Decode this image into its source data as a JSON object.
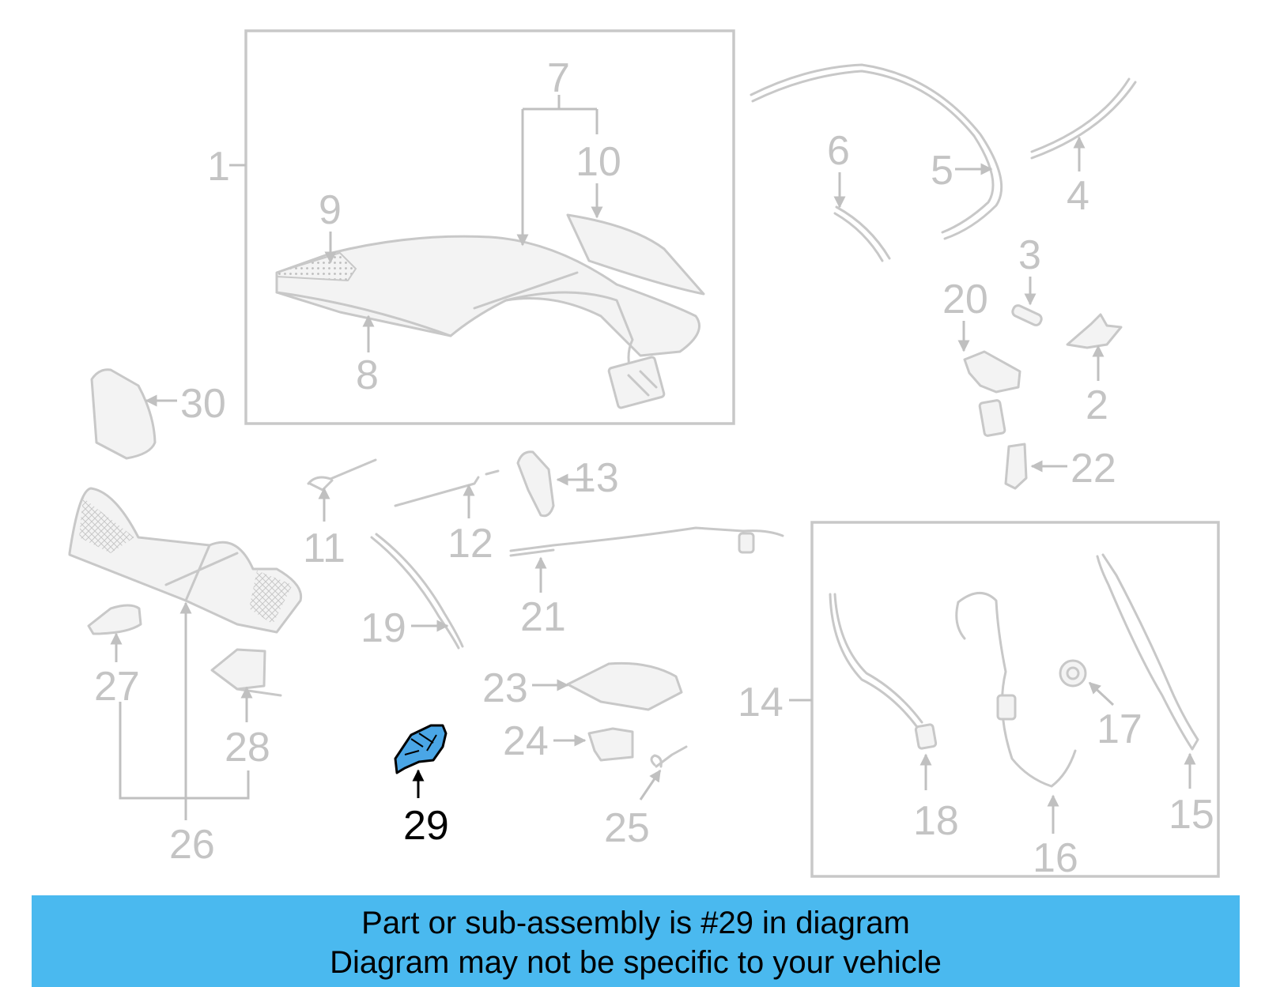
{
  "diagram": {
    "highlight": {
      "part": "29",
      "color": "#4aa6e6"
    },
    "callouts": [
      "1",
      "2",
      "3",
      "4",
      "5",
      "6",
      "7",
      "8",
      "9",
      "10",
      "11",
      "12",
      "13",
      "14",
      "15",
      "16",
      "17",
      "18",
      "19",
      "20",
      "21",
      "22",
      "23",
      "24",
      "25",
      "26",
      "27",
      "28",
      "29",
      "30"
    ]
  },
  "banner": {
    "line1": "Part or sub-assembly is #29 in diagram",
    "line2": "Diagram may not be specific to your vehicle",
    "color": "#4ab9ef"
  }
}
